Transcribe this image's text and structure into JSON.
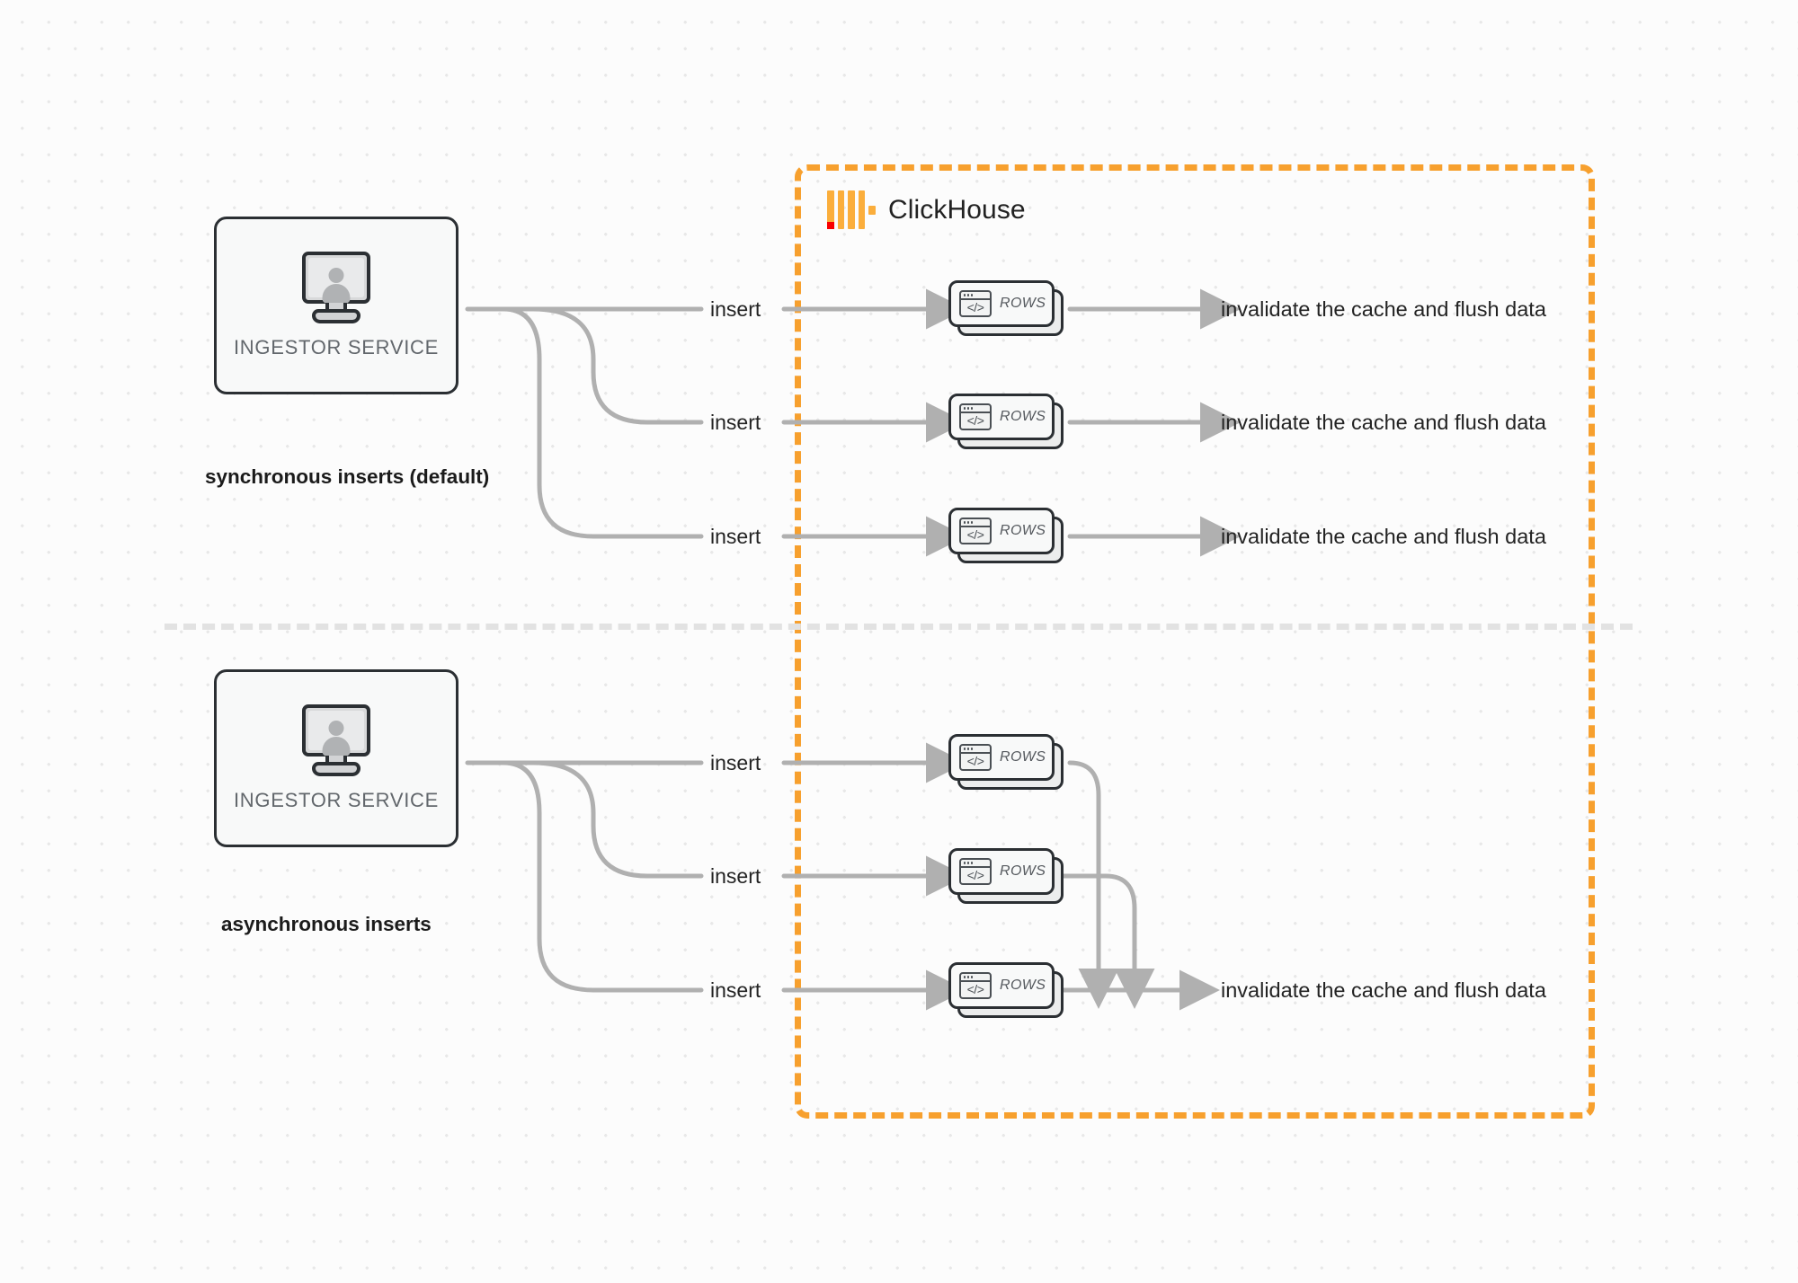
{
  "diagram": {
    "title": "ClickHouse synchronous vs asynchronous inserts",
    "colors": {
      "boundary": "#f7a02e",
      "logo_orange": "#fbae3c",
      "logo_red": "#f90000",
      "wire": "#b0b0b0",
      "node_border": "#2b2f33",
      "divider": "#e2e2e2",
      "background": "#fcfcfc"
    }
  },
  "clickhouse_boundary": {
    "label": "ClickHouse",
    "logo_name": "clickhouse-logo"
  },
  "sync_group": {
    "caption": "synchronous inserts (default)",
    "source": {
      "label": "INGESTOR SERVICE",
      "icon": "monitor-user-icon"
    },
    "flows": [
      {
        "insert_label": "insert",
        "node_label": "ROWS",
        "node_icon": "code-window-icon",
        "result_label": "invalidate the cache and flush data"
      },
      {
        "insert_label": "insert",
        "node_label": "ROWS",
        "node_icon": "code-window-icon",
        "result_label": "invalidate the cache and flush data"
      },
      {
        "insert_label": "insert",
        "node_label": "ROWS",
        "node_icon": "code-window-icon",
        "result_label": "invalidate the cache and flush data"
      }
    ]
  },
  "async_group": {
    "caption": "asynchronous inserts",
    "source": {
      "label": "INGESTOR SERVICE",
      "icon": "monitor-user-icon"
    },
    "flows": [
      {
        "insert_label": "insert",
        "node_label": "ROWS",
        "node_icon": "code-window-icon"
      },
      {
        "insert_label": "insert",
        "node_label": "ROWS",
        "node_icon": "code-window-icon"
      },
      {
        "insert_label": "insert",
        "node_label": "ROWS",
        "node_icon": "code-window-icon"
      }
    ],
    "merged_result_label": "invalidate the cache and flush data"
  },
  "code_icon_glyph": "</>"
}
